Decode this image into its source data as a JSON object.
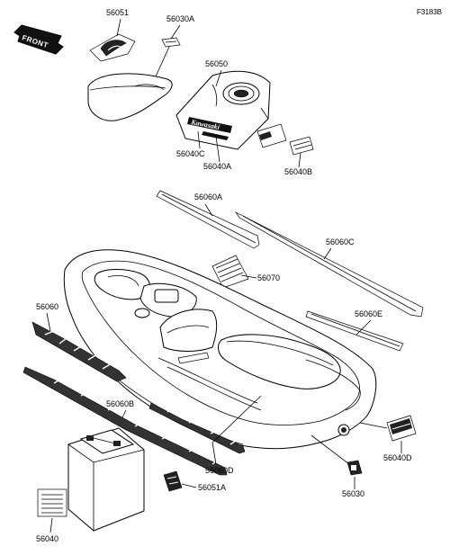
{
  "figure_id": "F3183B",
  "front_arrow_label": "FRONT",
  "hatch_brand": "Kawasaki",
  "parts": {
    "p56051": "56051",
    "p56030A": "56030A",
    "p56050": "56050",
    "p56040C": "56040C",
    "p56040A": "56040A",
    "p56040B": "56040B",
    "p56060A": "56060A",
    "p56060C": "56060C",
    "p56070": "56070",
    "p56060": "56060",
    "p56060E": "56060E",
    "p56060B": "56060B",
    "p56060D": "56060D",
    "p56051A": "56051A",
    "p56040D": "56040D",
    "p56030": "56030",
    "p56040": "56040"
  }
}
